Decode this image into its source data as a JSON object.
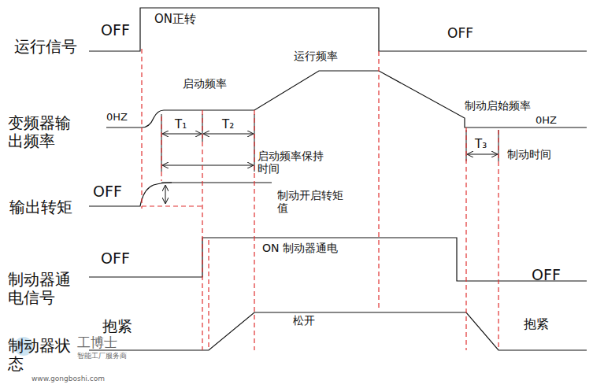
{
  "diagram": {
    "labels": [
      "运行信号",
      "OFF",
      "ON正转",
      "OFF",
      "运行频率",
      "启动频率",
      "变频器输出频率",
      "0HZ",
      "T₁",
      "T₂",
      "启动频率保持时间",
      "制动启始频率",
      "0HZ",
      "T₃",
      "制动时间",
      "输出转矩",
      "OFF",
      "制动开启转矩值",
      "制动器通电信号",
      "OFF",
      "ON 制动器通电",
      "OFF",
      "抱紧",
      "松开",
      "抱紧",
      "制动器状态",
      "工博士",
      "智能工厂服务商",
      "www.gongboshi.com"
    ]
  }
}
